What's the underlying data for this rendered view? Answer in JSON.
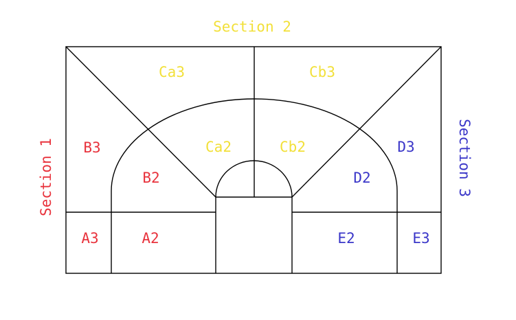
{
  "colors": {
    "red": "#e8323c",
    "yellow": "#f2e03a",
    "blue": "#3a36c8",
    "line": "#000000"
  },
  "sections": {
    "section1": "Section 1",
    "section2": "Section 2",
    "section3": "Section 3"
  },
  "regions": {
    "a3": "A3",
    "a2": "A2",
    "b3": "B3",
    "b2": "B2",
    "ca3": "Ca3",
    "ca2": "Ca2",
    "cb3": "Cb3",
    "cb2": "Cb2",
    "d3": "D3",
    "d2": "D2",
    "e2": "E2",
    "e3": "E3"
  }
}
